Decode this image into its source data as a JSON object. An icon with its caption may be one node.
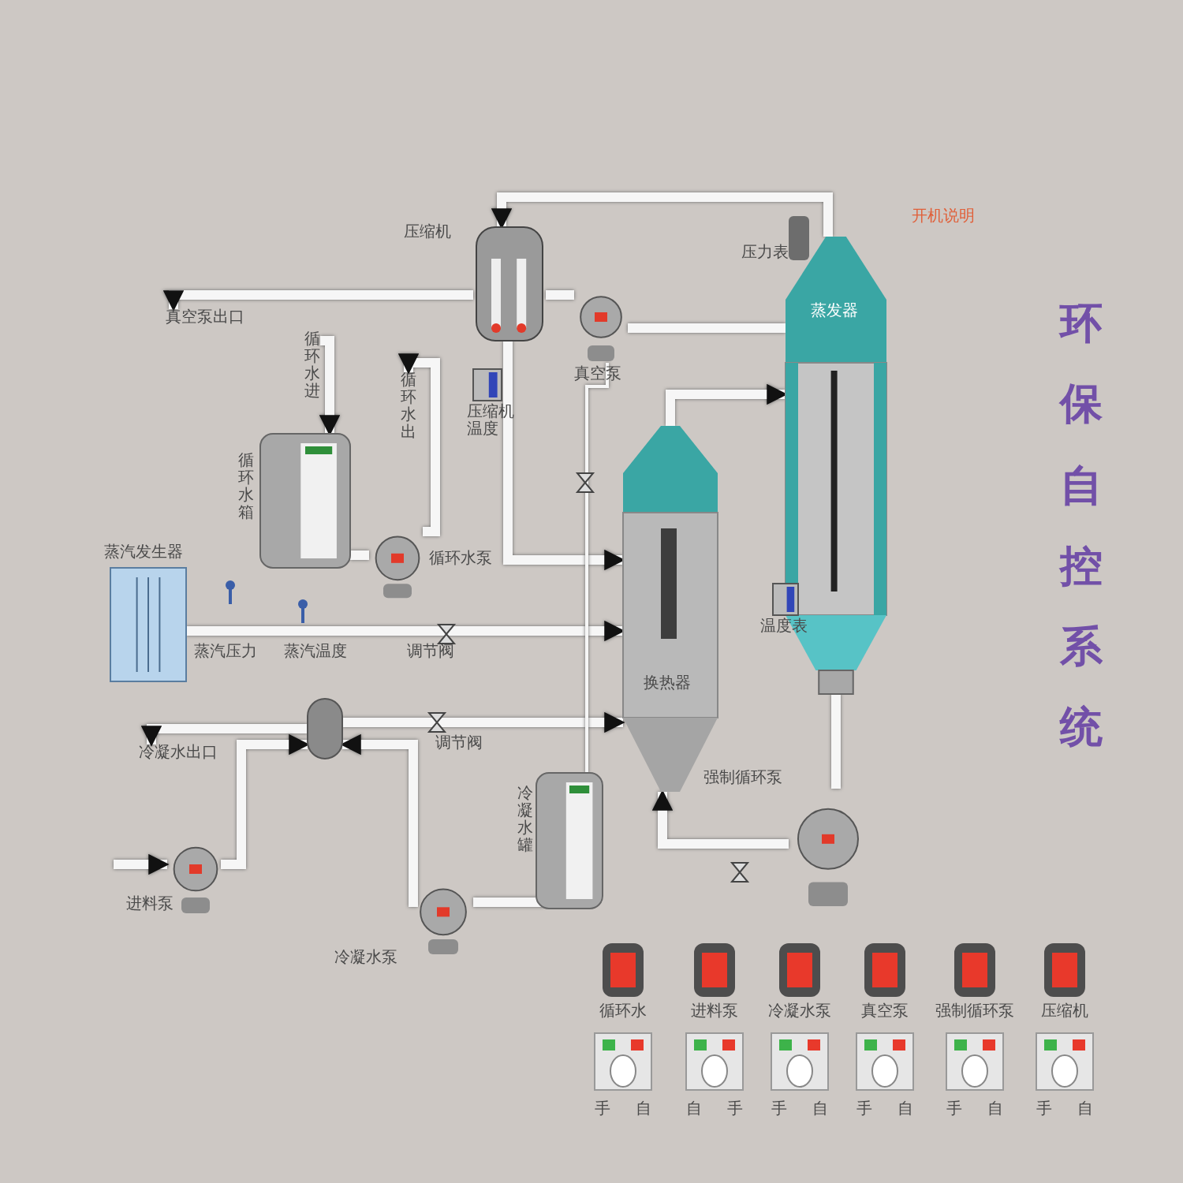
{
  "diagram": {
    "title": "环保自控系统",
    "nodes": [
      {
        "text": [
          "压缩机"
        ]
      },
      {
        "text": [
          "压力表"
        ]
      },
      {
        "text": [
          "蒸发器"
        ]
      },
      {
        "text": [
          "真空泵"
        ]
      },
      {
        "text": [
          "压缩机温度"
        ]
      },
      {
        "text": [
          "循环水箱"
        ]
      },
      {
        "text": [
          "循环水泵"
        ]
      },
      {
        "text": [
          "蒸汽发生器"
        ]
      },
      {
        "text": [
          "换热器"
        ]
      },
      {
        "text": [
          "温度表"
        ]
      },
      {
        "text": [
          "强制循环泵"
        ]
      },
      {
        "text": [],
        "shape": "cylinder"
      },
      {
        "text": [
          "冷凝水罐"
        ]
      },
      {
        "text": [
          "进料泵"
        ]
      },
      {
        "text": [
          "冷凝水泵"
        ]
      },
      {
        "text": [
          "真空泵出口"
        ]
      },
      {
        "text": [
          "循环水进"
        ]
      },
      {
        "text": [
          "循环水出"
        ]
      },
      {
        "text": [
          "冷凝水出口"
        ]
      }
    ],
    "edges": [
      {
        "from": 2,
        "to": 0,
        "arrow": "to"
      },
      {
        "from": 0,
        "to": 15,
        "arrow": "to"
      },
      {
        "from": 2,
        "to": 3,
        "arrow": "none"
      },
      {
        "from": 0,
        "to": 8,
        "arrow": "to"
      },
      {
        "from": 8,
        "to": 2,
        "arrow": "to"
      },
      {
        "from": 2,
        "to": 10,
        "arrow": "none"
      },
      {
        "from": 10,
        "to": 8,
        "arrow": "to"
      },
      {
        "from": 7,
        "to": 8,
        "arrow": "to"
      },
      {
        "from": 11,
        "to": 8,
        "arrow": "to"
      },
      {
        "from": 11,
        "to": 18,
        "arrow": "to"
      },
      {
        "from": 13,
        "to": 11,
        "arrow": "to"
      },
      {
        "from": null,
        "to": 13,
        "arrow": "to"
      },
      {
        "from": 14,
        "to": 11,
        "arrow": "to"
      },
      {
        "from": 12,
        "to": 14,
        "arrow": "none"
      },
      {
        "from": 5,
        "to": 6,
        "arrow": "none"
      },
      {
        "from": 6,
        "to": 17,
        "arrow": "to"
      },
      {
        "from": 16,
        "to": 5,
        "arrow": "to"
      },
      {
        "from": 3,
        "to": 12,
        "arrow": "none"
      },
      {
        "from": 3,
        "to": 0,
        "arrow": "none"
      }
    ],
    "labels": [
      "开机说明",
      "蒸汽压力",
      "蒸汽温度",
      "调节阀",
      "调节阀",
      "循环水",
      "进料泵",
      "冷凝水泵",
      "真空泵",
      "强制循环泵",
      "压缩机",
      "手",
      "自",
      "自",
      "手",
      "手",
      "自",
      "手",
      "自",
      "手",
      "自",
      "手",
      "自"
    ]
  }
}
